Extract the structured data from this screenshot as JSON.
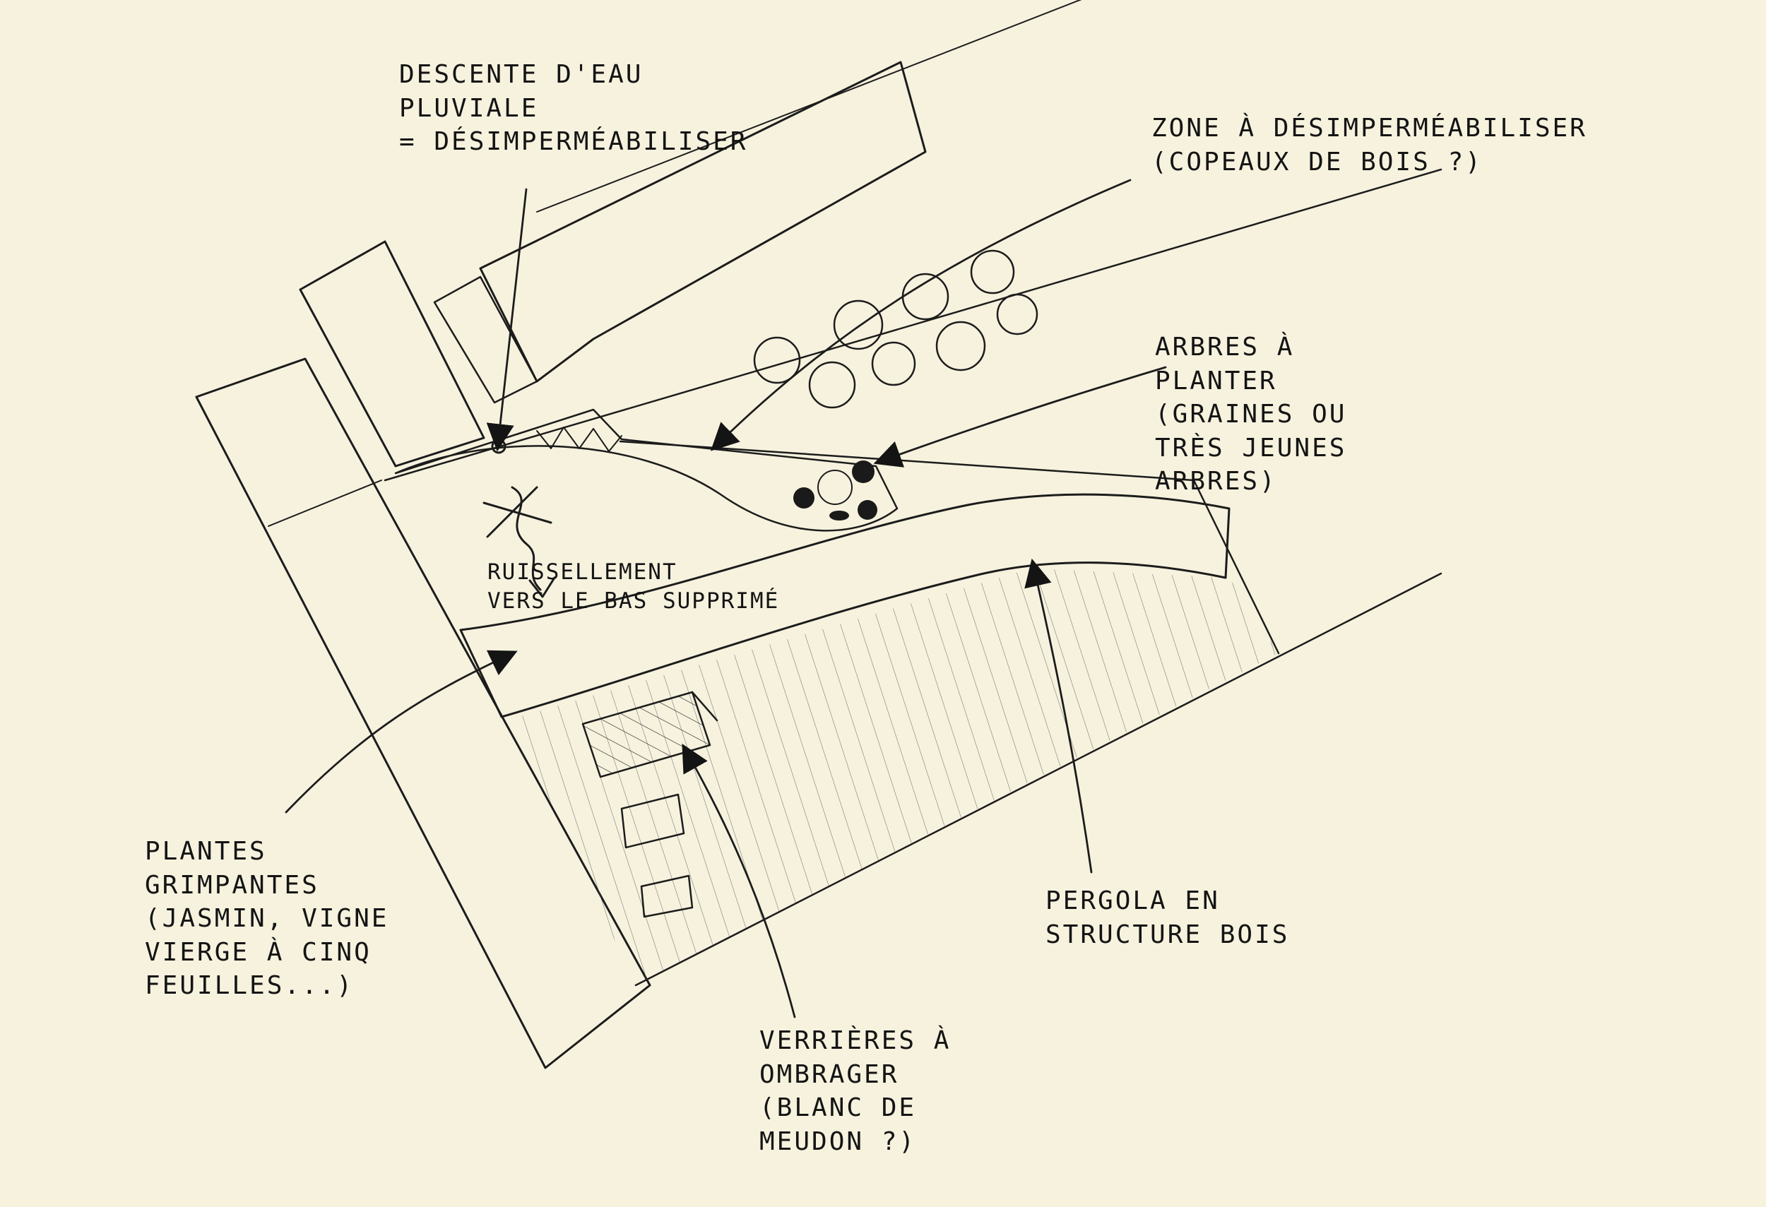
{
  "annotations": {
    "descente": "DESCENTE D'EAU\nPLUVIALE\n= DÉSIMPERMÉABILISER",
    "zone": "ZONE À DÉSIMPERMÉABILISER\n(COPEAUX DE BOIS ?)",
    "arbres": "ARBRES À\nPLANTER\n(GRAINES OU\nTRÈS JEUNES\nARBRES)",
    "ruissellement": "RUISSELLEMENT\nVERS LE BAS SUPPRIMÉ",
    "plantes": "PLANTES\nGRIMPANTES\n(JASMIN, VIGNE\nVIERGE À CINQ\nFEUILLES...)",
    "pergola": "PERGOLA EN\nSTRUCTURE BOIS",
    "verrieres": "VERRIÈRES À\nOMBRAGER\n(BLANC DE\nMEUDON ?)"
  },
  "colors": {
    "paper": "#f6f2de",
    "ink": "#1c1c1c"
  }
}
